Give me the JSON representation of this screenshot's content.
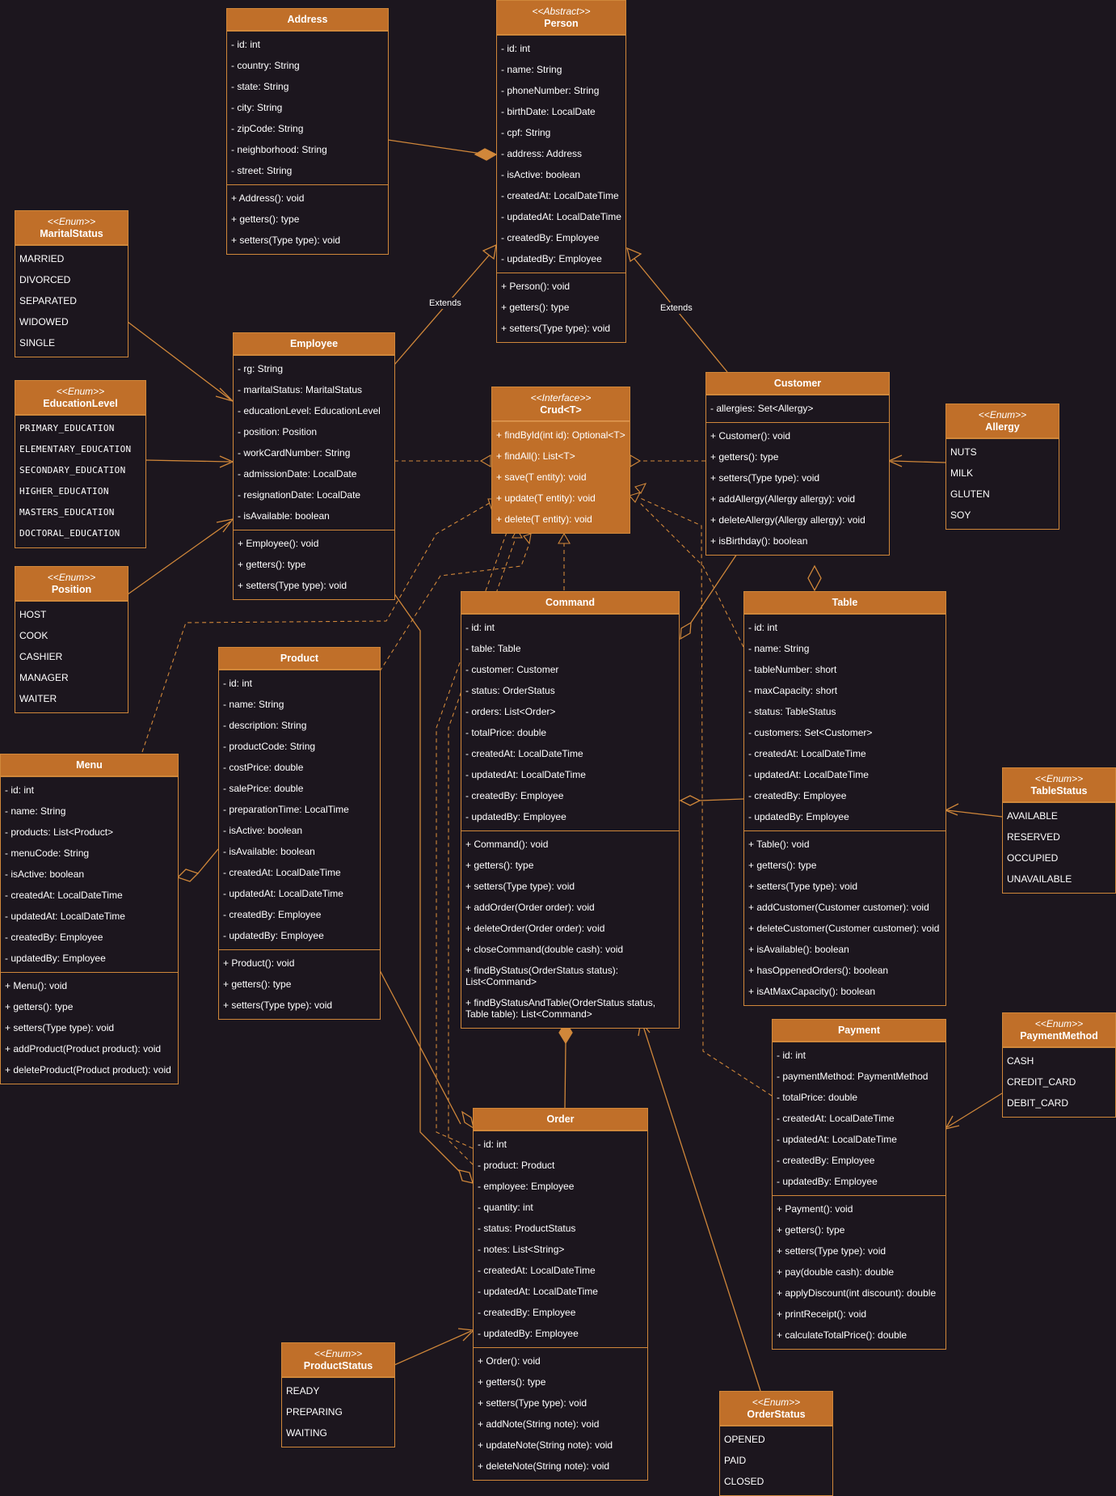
{
  "labels": {
    "extends": "Extends"
  },
  "classes": {
    "address": {
      "name": "Address",
      "attributes": [
        "- id: int",
        "- country: String",
        "- state: String",
        "- city: String",
        "- zipCode: String",
        "- neighborhood: String",
        "- street: String"
      ],
      "methods": [
        "+ Address(): void",
        "+ getters(): type",
        "+ setters(Type type): void"
      ]
    },
    "person": {
      "stereotype": "<<Abstract>>",
      "name": "Person",
      "attributes": [
        "- id: int",
        "- name: String",
        "- phoneNumber: String",
        "- birthDate: LocalDate",
        "- cpf: String",
        "- address: Address",
        "- isActive: boolean",
        "- createdAt: LocalDateTime",
        "- updatedAt: LocalDateTime",
        "- createdBy: Employee",
        "- updatedBy: Employee"
      ],
      "methods": [
        "+ Person(): void",
        "+ getters(): type",
        "+ setters(Type type): void"
      ]
    },
    "marital": {
      "stereotype": "<<Enum>>",
      "name": "MaritalStatus",
      "values": [
        "MARRIED",
        "DIVORCED",
        "SEPARATED",
        "WIDOWED",
        "SINGLE"
      ]
    },
    "education": {
      "stereotype": "<<Enum>>",
      "name": "EducationLevel",
      "values": [
        "PRIMARY_EDUCATION",
        "ELEMENTARY_EDUCATION",
        "SECONDARY_EDUCATION",
        "HIGHER_EDUCATION",
        "MASTERS_EDUCATION",
        "DOCTORAL_EDUCATION"
      ]
    },
    "position": {
      "stereotype": "<<Enum>>",
      "name": "Position",
      "values": [
        "HOST",
        "COOK",
        "CASHIER",
        "MANAGER",
        "WAITER"
      ]
    },
    "employee": {
      "name": "Employee",
      "attributes": [
        "- rg: String",
        "- maritalStatus: MaritalStatus",
        "- educationLevel: EducationLevel",
        "- position: Position",
        "- workCardNumber: String",
        "- admissionDate: LocalDate",
        "- resignationDate: LocalDate",
        "- isAvailable: boolean"
      ],
      "methods": [
        "+ Employee(): void",
        "+ getters(): type",
        "+ setters(Type type): void"
      ]
    },
    "crud": {
      "stereotype": "<<Interface>>",
      "name": "Crud<T>",
      "methods": [
        "+ findById(int id): Optional<T>",
        "+ findAll(): List<T>",
        "+ save(T entity): void",
        "+ update(T entity): void",
        "+ delete(T entity): void"
      ]
    },
    "customer": {
      "name": "Customer",
      "attributes": [
        "- allergies: Set<Allergy>"
      ],
      "methods": [
        "+ Customer(): void",
        "+ getters(): type",
        "+ setters(Type type): void",
        "+ addAllergy(Allergy allergy): void",
        "+ deleteAllergy(Allergy allergy): void",
        "+ isBirthday(): boolean"
      ]
    },
    "allergy": {
      "stereotype": "<<Enum>>",
      "name": "Allergy",
      "values": [
        "NUTS",
        "MILK",
        "GLUTEN",
        "SOY"
      ]
    },
    "product": {
      "name": "Product",
      "attributes": [
        "- id: int",
        "- name: String",
        "- description: String",
        "- productCode: String",
        "- costPrice: double",
        "- salePrice: double",
        "- preparationTime: LocalTime",
        "- isActive: boolean",
        "- isAvailable: boolean",
        "- createdAt: LocalDateTime",
        "- updatedAt: LocalDateTime",
        "- createdBy: Employee",
        "- updatedBy: Employee"
      ],
      "methods": [
        "+ Product(): void",
        "+ getters(): type",
        "+ setters(Type type): void"
      ]
    },
    "command": {
      "name": "Command",
      "attributes": [
        "- id: int",
        "- table: Table",
        "- customer: Customer",
        "- status: OrderStatus",
        "- orders: List<Order>",
        "- totalPrice: double",
        "- createdAt: LocalDateTime",
        "- updatedAt: LocalDateTime",
        "- createdBy: Employee",
        "- updatedBy: Employee"
      ],
      "methods": [
        "+ Command(): void",
        "+ getters(): type",
        "+ setters(Type type): void",
        "+ addOrder(Order order): void",
        "+ deleteOrder(Order order): void",
        "+ closeCommand(double cash): void",
        "+ findByStatus(OrderStatus status): List<Command>",
        "+ findByStatusAndTable(OrderStatus status, Table table): List<Command>"
      ]
    },
    "table": {
      "name": "Table",
      "attributes": [
        "- id: int",
        "- name: String",
        "- tableNumber: short",
        "- maxCapacity: short",
        "- status: TableStatus",
        "- customers: Set<Customer>",
        "- createdAt: LocalDateTime",
        "- updatedAt: LocalDateTime",
        "- createdBy: Employee",
        "- updatedBy: Employee"
      ],
      "methods": [
        "+ Table(): void",
        "+ getters(): type",
        "+ setters(Type type): void",
        "+ addCustomer(Customer customer): void",
        "+ deleteCustomer(Customer customer): void",
        "+ isAvailable(): boolean",
        "+ hasOppenedOrders(): boolean",
        "+ isAtMaxCapacity(): boolean"
      ]
    },
    "menu": {
      "name": "Menu",
      "attributes": [
        "- id: int",
        "- name: String",
        "- products: List<Product>",
        "- menuCode: String",
        "- isActive: boolean",
        "- createdAt: LocalDateTime",
        "- updatedAt: LocalDateTime",
        "- createdBy: Employee",
        "- updatedBy: Employee"
      ],
      "methods": [
        "+ Menu(): void",
        "+ getters(): type",
        "+ setters(Type type): void",
        "+ addProduct(Product product): void",
        "+ deleteProduct(Product product): void"
      ]
    },
    "tablestatus": {
      "stereotype": "<<Enum>>",
      "name": "TableStatus",
      "values": [
        "AVAILABLE",
        "RESERVED",
        "OCCUPIED",
        "UNAVAILABLE"
      ]
    },
    "payment": {
      "name": "Payment",
      "attributes": [
        "- id: int",
        "- paymentMethod: PaymentMethod",
        "- totalPrice: double",
        "- createdAt: LocalDateTime",
        "- updatedAt: LocalDateTime",
        "- createdBy: Employee",
        "- updatedBy: Employee"
      ],
      "methods": [
        "+ Payment(): void",
        "+ getters(): type",
        "+ setters(Type type): void",
        "+ pay(double cash): double",
        "+ applyDiscount(int discount): double",
        "+ printReceipt(): void",
        "+ calculateTotalPrice(): double"
      ]
    },
    "paymentmethod": {
      "stereotype": "<<Enum>>",
      "name": "PaymentMethod",
      "values": [
        "CASH",
        "CREDIT_CARD",
        "DEBIT_CARD"
      ]
    },
    "order": {
      "name": "Order",
      "attributes": [
        "- id: int",
        "- product: Product",
        "- employee: Employee",
        "- quantity: int",
        "- status: ProductStatus",
        "- notes: List<String>",
        "- createdAt: LocalDateTime",
        "- updatedAt: LocalDateTime",
        "- createdBy: Employee",
        "- updatedBy: Employee"
      ],
      "methods": [
        "+ Order(): void",
        "+ getters(): type",
        "+ setters(Type type): void",
        "+ addNote(String note): void",
        "+ updateNote(String note): void",
        "+ deleteNote(String note): void"
      ]
    },
    "productstatus": {
      "stereotype": "<<Enum>>",
      "name": "ProductStatus",
      "values": [
        "READY",
        "PREPARING",
        "WAITING"
      ]
    },
    "orderstatus": {
      "stereotype": "<<Enum>>",
      "name": "OrderStatus",
      "values": [
        "OPENED",
        "PAID",
        "CLOSED"
      ]
    }
  }
}
